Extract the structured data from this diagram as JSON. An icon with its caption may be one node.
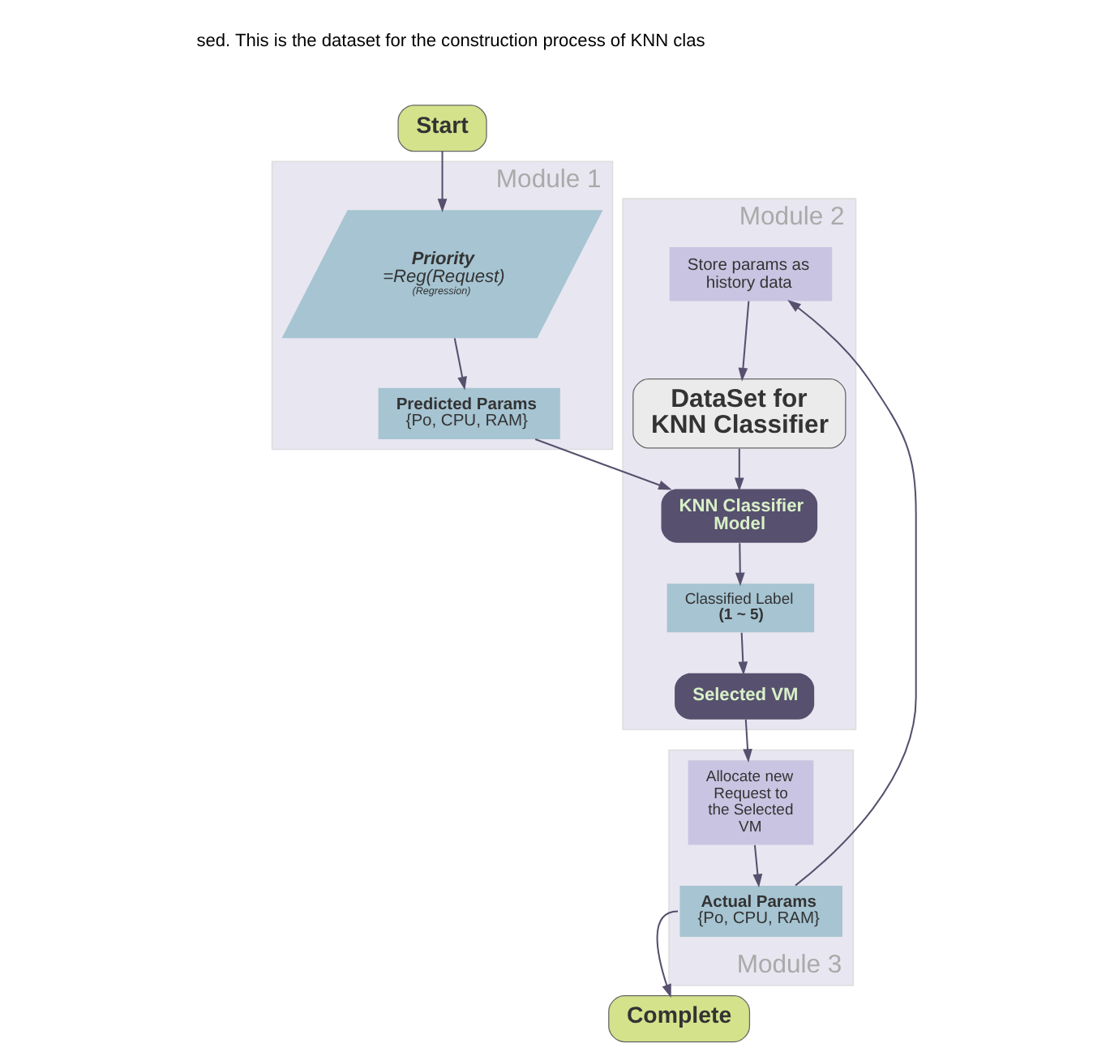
{
  "diagram": {
    "nodes": [
      {
        "text": [
          "Module 1"
        ]
      },
      {
        "text": [
          "Start"
        ]
      },
      {
        "text": [
          "Priority",
          "=Reg(Request)",
          "(Regression)"
        ],
        "in": 0
      },
      {
        "text": [
          "Predicted Params",
          "{Po, CPU, RAM}"
        ],
        "in": 0
      },
      {
        "text": [
          "Module 2"
        ]
      },
      {
        "text": [
          "DataSet for KNN Classifier"
        ],
        "in": 4
      },
      {
        "text": [
          "KNN Classifier Model"
        ],
        "in": 4
      },
      {
        "text": [
          "Classified Label",
          "(1 ~ 5)"
        ],
        "in": 4
      },
      {
        "text": [
          "Selected VM"
        ],
        "in": 4
      },
      {
        "text": [
          "Store params as history data"
        ],
        "in": 4
      },
      {
        "text": [
          "Module 3"
        ]
      },
      {
        "text": [
          "Complete"
        ]
      },
      {
        "text": [
          "Actual Params",
          "{Po, CPU, RAM}"
        ],
        "in": 10
      },
      {
        "text": [
          "Allocate new Request to the Selected VM"
        ],
        "in": 10
      }
    ],
    "edges": [
      {
        "from": 1,
        "to": 2,
        "arrow": "to"
      },
      {
        "from": 2,
        "to": 3,
        "arrow": "to"
      },
      {
        "from": 3,
        "to": 6,
        "arrow": "to"
      },
      {
        "from": 5,
        "to": 6,
        "arrow": "to"
      },
      {
        "from": 6,
        "to": 7,
        "arrow": "to"
      },
      {
        "from": 7,
        "to": 8,
        "arrow": "to"
      },
      {
        "from": 8,
        "to": 13,
        "arrow": "to"
      },
      {
        "from": 13,
        "to": 12,
        "arrow": "to"
      },
      {
        "from": 12,
        "to": 11,
        "arrow": "to"
      },
      {
        "from": 12,
        "to": 9,
        "arrow": "to"
      },
      {
        "from": 9,
        "to": 5,
        "arrow": "to"
      }
    ],
    "labels": [
      "sed. This is the dataset for the construction process of KNN clas"
    ]
  }
}
